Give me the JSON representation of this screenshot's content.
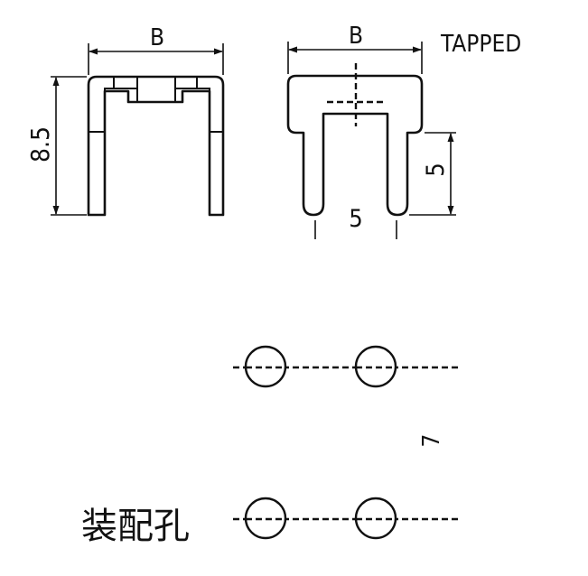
{
  "labels": {
    "front_width": "B",
    "height": "8.5",
    "side_width": "B",
    "tapped": "TAPPED",
    "leg_spacing": "5",
    "leg_length": "5",
    "hole_pitch": "7",
    "mounting_holes": "装配孔"
  }
}
